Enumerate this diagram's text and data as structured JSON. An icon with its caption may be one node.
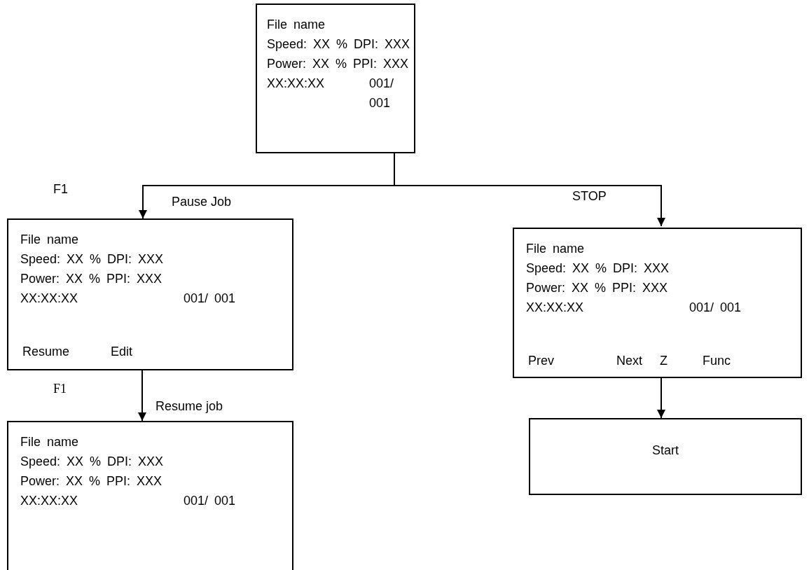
{
  "diagram": {
    "nodes": [
      {
        "text": [
          "File name",
          "Speed: XX % DPI: XXX",
          "Power: XX % PPI: XXX",
          "XX:XX:XX",
          "001/ 001"
        ]
      },
      {
        "text": [
          "File name",
          "Speed: XX % DPI: XXX",
          "Power: XX % PPI: XXX",
          "XX:XX:XX",
          "001/ 001",
          "Resume",
          "Edit"
        ]
      },
      {
        "text": [
          "File name",
          "Speed: XX % DPI: XXX",
          "Power: XX % PPI: XXX",
          "XX:XX:XX",
          "001/ 001",
          "Prev",
          "Next",
          "Z",
          "Func"
        ]
      },
      {
        "text": [
          "File name",
          "Speed: XX % DPI: XXX",
          "Power: XX % PPI: XXX",
          "XX:XX:XX",
          "001/ 001"
        ]
      },
      {
        "text": [
          "Start"
        ]
      }
    ],
    "edges": [
      {
        "from": 0,
        "to": 1,
        "arrow": "to",
        "label": "Pause Job"
      },
      {
        "from": 0,
        "to": 2,
        "arrow": "to",
        "label": "STOP"
      },
      {
        "from": 1,
        "to": 3,
        "arrow": "to",
        "label": "Resume job"
      },
      {
        "from": 2,
        "to": 4,
        "arrow": "to"
      }
    ],
    "labels": [
      "F1",
      "F1"
    ]
  }
}
